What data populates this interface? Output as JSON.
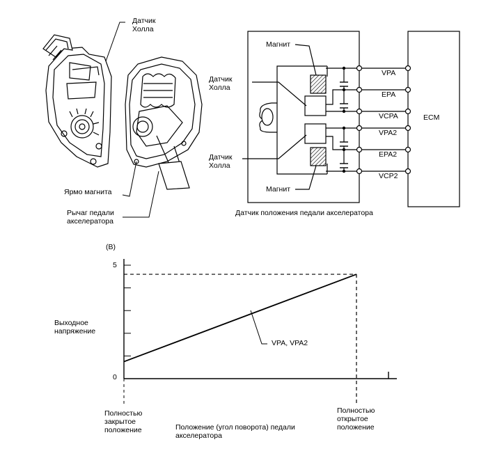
{
  "sensor_illustration": {
    "hall_sensor_label": "Датчик\nХолла",
    "magnet_yoke_label": "Ярмо магнита",
    "pedal_lever_label": "Рычаг педали\nакселератора"
  },
  "circuit": {
    "magnet_top": "Магнит",
    "magnet_bottom": "Магнит",
    "hall_top": "Датчик\nХолла",
    "hall_bottom": "Датчик\nХолла",
    "terminals": [
      "VPA",
      "EPA",
      "VCPA",
      "VPA2",
      "EPA2",
      "VCP2"
    ],
    "ecm_label": "ECM",
    "caption": "Датчик положения педали акселератора"
  },
  "chart_data": {
    "type": "line",
    "ylabel_unit": "(В)",
    "ylabel": "Выходное\nнапряжение",
    "ytick_labels": [
      "0",
      "5"
    ],
    "ylim": [
      0,
      5
    ],
    "xlabel": "Положение (угол поворота) педали\nакселератора",
    "x_categories": [
      "Полностью\nзакрытое\nположение",
      "Полностью\nоткрытое\nположение"
    ],
    "series": [
      {
        "name": "VPA, VPA2",
        "x": [
          0,
          1
        ],
        "y": [
          0.75,
          4.6
        ]
      }
    ],
    "reference_lines": [
      {
        "type": "horizontal",
        "y": 4.6,
        "style": "dashed"
      },
      {
        "type": "vertical",
        "x": 1,
        "style": "dashed"
      }
    ]
  }
}
